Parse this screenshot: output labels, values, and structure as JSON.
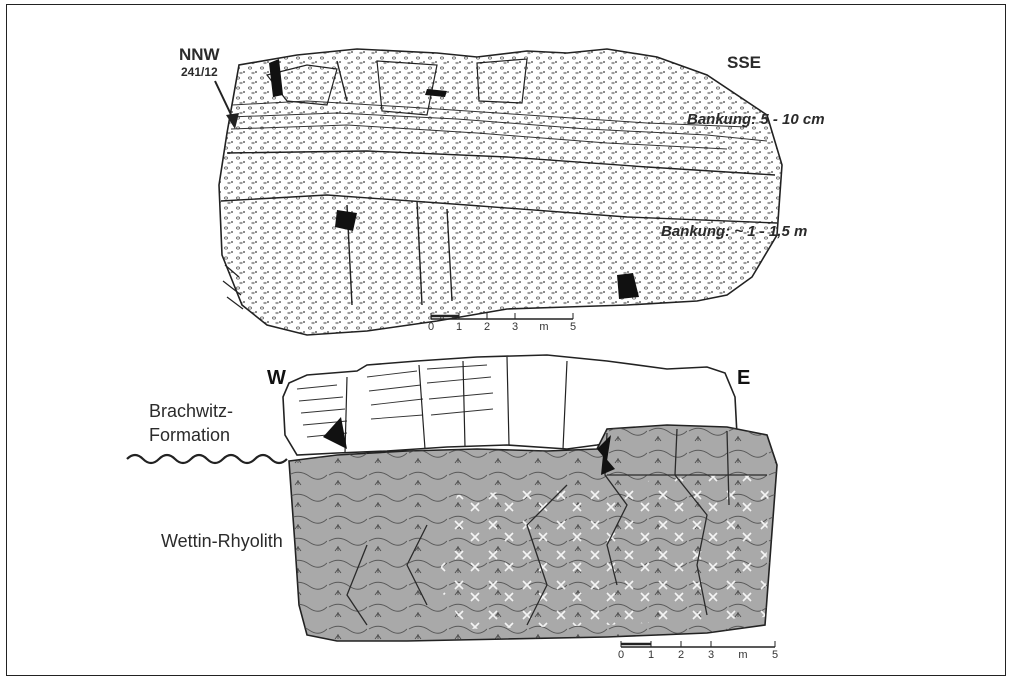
{
  "upper_outcrop": {
    "orientation_left": "NNW",
    "dip_measurement": "241/12",
    "orientation_right": "SSE",
    "bedding_thin": "Bankung: 5 - 10 cm",
    "bedding_thick": "Bankung: ~ 1 - 1,5 m",
    "scale": {
      "ticks": [
        "0",
        "1",
        "2",
        "3",
        "m",
        "5"
      ]
    }
  },
  "lower_outcrop": {
    "orientation_left": "W",
    "orientation_right": "E",
    "formation_upper": "Brachwitz-Formation",
    "formation_upper_line1": "Brachwitz-",
    "formation_upper_line2": "Formation",
    "formation_lower": "Wettin-Rhyolith",
    "scale": {
      "ticks": [
        "0",
        "1",
        "2",
        "3",
        "m",
        "5"
      ]
    }
  },
  "colors": {
    "line": "#222222",
    "rhyolith_fill": "#a9a9a9",
    "sandstone_fill": "#ffffff"
  },
  "icons": [
    "dip-arrow-icon",
    "unconformity-wave-icon",
    "scale-bar-icon"
  ]
}
